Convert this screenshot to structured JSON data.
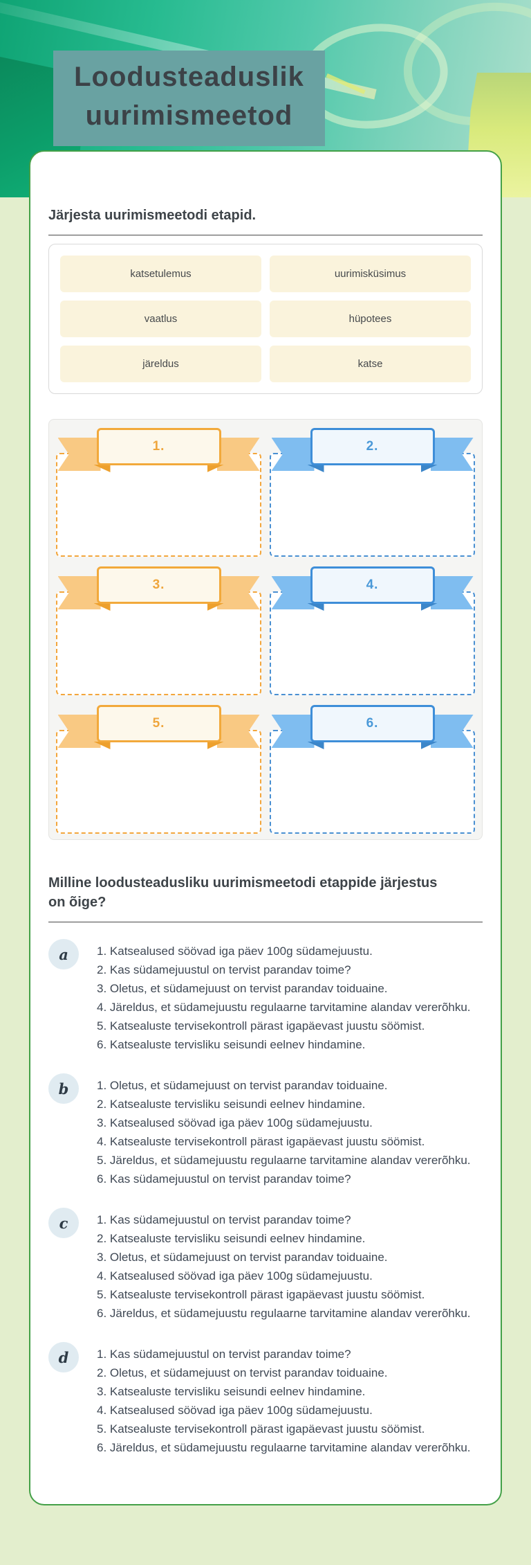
{
  "page": {
    "background_color": "#e3eecd"
  },
  "header": {
    "title": "Loodusteaduslik uurimismeetod",
    "title_lines": [
      "Loodusteaduslik",
      "uurimismeetod"
    ],
    "title_box_color": "#69a2a2"
  },
  "sort_question": {
    "heading": "Järjesta uurimismeetodi etapid.",
    "word_bank": [
      "katsetulemus",
      "uurimisküsimus",
      "vaatlus",
      "hüpotees",
      "järeldus",
      "katse"
    ],
    "drop_zones": [
      {
        "number": "1.",
        "color": "orange"
      },
      {
        "number": "2.",
        "color": "blue"
      },
      {
        "number": "3.",
        "color": "orange"
      },
      {
        "number": "4.",
        "color": "blue"
      },
      {
        "number": "5.",
        "color": "orange"
      },
      {
        "number": "6.",
        "color": "blue"
      }
    ],
    "colors": {
      "orange": "#f3a63c",
      "blue": "#4a90d2",
      "tile_background": "#faf3dc"
    }
  },
  "choice_question": {
    "heading": "Milline loodusteadusliku uurimismeetodi etappide järjestus on õige?",
    "heading_lines": [
      "Milline loodusteadusliku uurimismeetodi etappide järjestus",
      "on õige?"
    ],
    "options": [
      {
        "letter": "a",
        "lines": [
          "1. Katsealused söövad iga päev 100g südamejuustu.",
          "2. Kas südamejuustul on tervist parandav toime?",
          "3. Oletus, et südamejuust on tervist parandav toiduaine.",
          "4. Järeldus, et südamejuustu regulaarne tarvitamine alandav vererõhku.",
          "5. Katsealuste tervisekontroll pärast igapäevast juustu söömist.",
          "6. Katsealuste tervisliku seisundi eelnev hindamine."
        ]
      },
      {
        "letter": "b",
        "lines": [
          "1. Oletus, et südamejuust on tervist parandav toiduaine.",
          "2. Katsealuste tervisliku seisundi eelnev hindamine.",
          "3. Katsealused söövad iga päev 100g südamejuustu.",
          "4. Katsealuste tervisekontroll pärast igapäevast juustu söömist.",
          "5. Järeldus, et südamejuustu regulaarne tarvitamine alandav vererõhku.",
          "6. Kas südamejuustul on tervist parandav toime?"
        ]
      },
      {
        "letter": "c",
        "lines": [
          "1. Kas südamejuustul on tervist parandav toime?",
          "2. Katsealuste tervisliku seisundi eelnev hindamine.",
          "3. Oletus, et südamejuust on tervist parandav toiduaine.",
          "4. Katsealused söövad iga päev 100g südamejuustu.",
          "5. Katsealuste tervisekontroll pärast igapäevast juustu söömist.",
          "6. Järeldus, et südamejuustu regulaarne tarvitamine alandav vererõhku."
        ]
      },
      {
        "letter": "d",
        "lines": [
          "1. Kas südamejuustul on tervist parandav toime?",
          "2. Oletus, et südamejuust on tervist parandav toiduaine.",
          "3. Katsealuste tervisliku seisundi eelnev hindamine.",
          "4. Katsealused söövad iga päev 100g südamejuustu.",
          "5. Katsealuste tervisekontroll pärast igapäevast juustu söömist.",
          "6. Järeldus, et südamejuustu regulaarne tarvitamine alandav vererõhku."
        ]
      }
    ]
  }
}
